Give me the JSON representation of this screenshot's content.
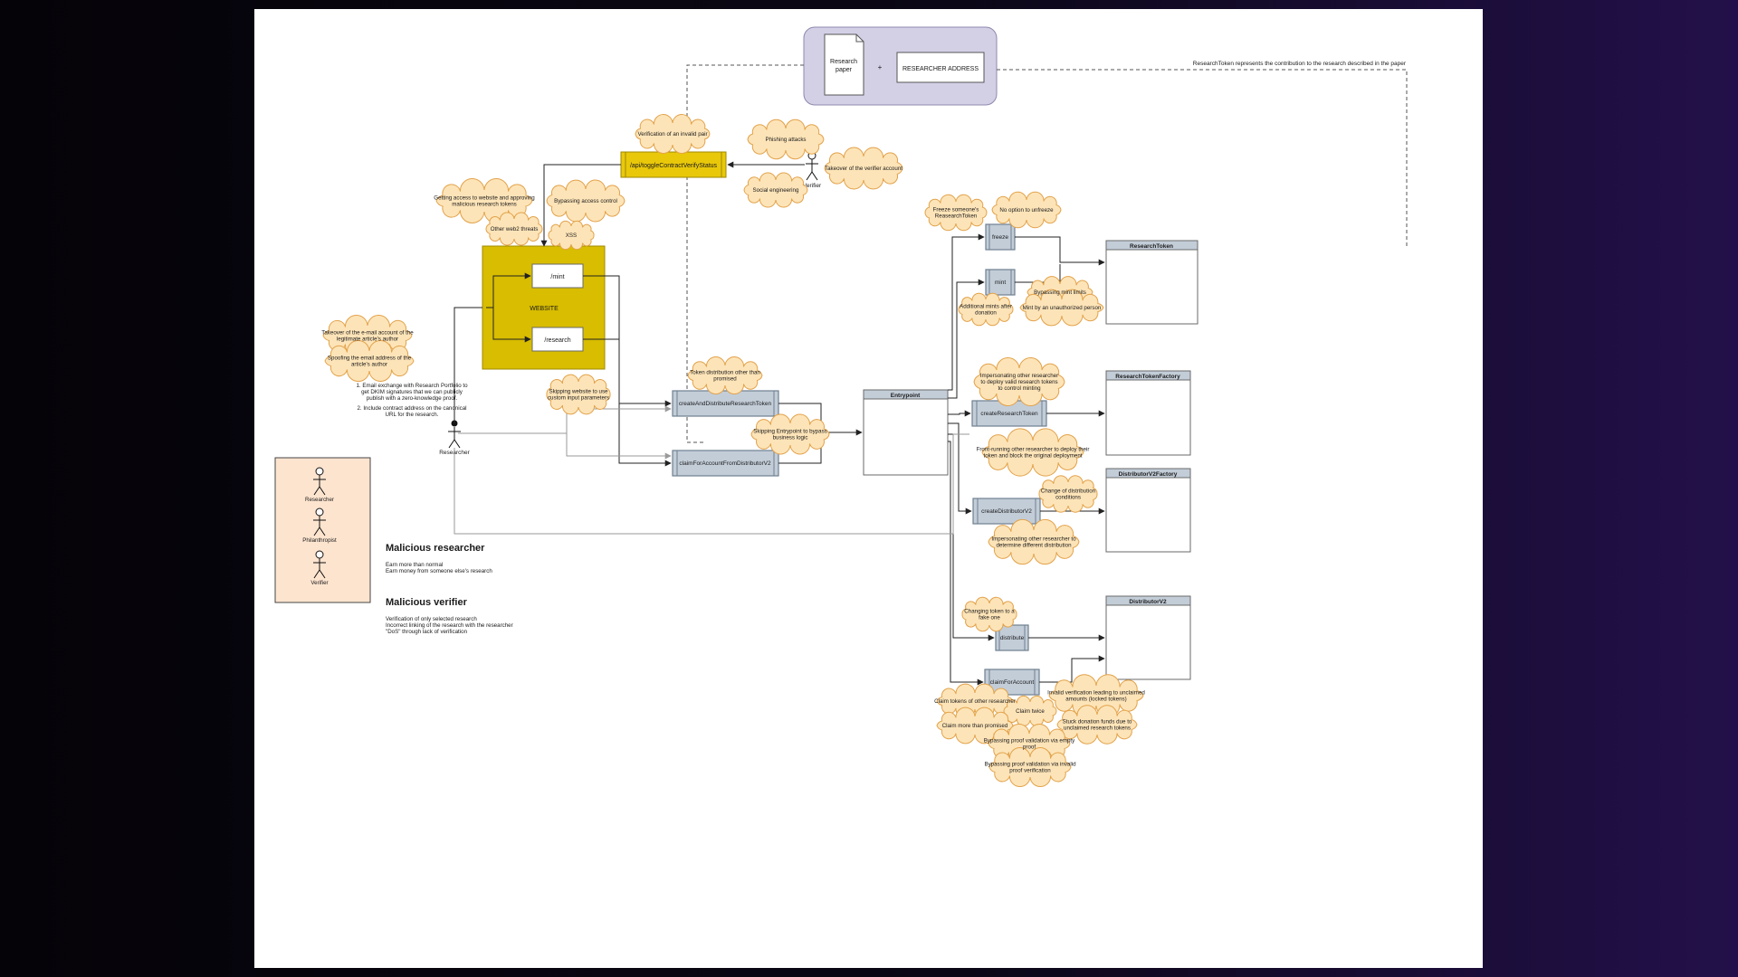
{
  "paper_box": {
    "research_paper": [
      "Research",
      "paper"
    ],
    "plus": "+",
    "researcher_address": "RESEARCHER ADDRESS"
  },
  "research_token_note": "ResearchToken represents the contribution to the research described in the paper",
  "api_endpoint": "/api/toggleContractVerifyStatus",
  "website": {
    "label": "WEBSITE",
    "mint": "/mint",
    "research": "/research"
  },
  "actors": {
    "researcher": "Researcher",
    "verifier": "Verifier",
    "philanthropist": "Philanthropist"
  },
  "functions": {
    "create_and_distribute": "createAndDistributeResearchToken",
    "claim_from_distributor": "claimForAccountFromDistributorV2",
    "entrypoint": "Entrypoint",
    "freeze": "freeze",
    "mint": "mint",
    "create_research_token": "createResearchToken",
    "create_distributor": "createDistributorV2",
    "distribute": "distribute",
    "claim_for_account": "claimForAccount"
  },
  "contracts": {
    "research_token": "ResearchToken",
    "research_token_factory": "ResearchTokenFactory",
    "distributor_factory": "DistributorV2Factory",
    "distributor": "DistributorV2"
  },
  "threats": {
    "invalid_pair": [
      "Verification of an invalid pair"
    ],
    "phishing": [
      "Phishing attacks"
    ],
    "verifier_takeover": [
      "Takeover of the verifier account"
    ],
    "social_engineering": [
      "Social engineering"
    ],
    "website_access": [
      "Getting access to website and approving",
      "malicious research tokens"
    ],
    "bypass_access": [
      "Bypassing access control"
    ],
    "web2": [
      "Other web2 threats"
    ],
    "xss": [
      "XSS"
    ],
    "email_takeover": [
      "Takeover of the e-mail account of the",
      "legitimate article's author"
    ],
    "email_spoof": [
      "Spoofing the email address of the",
      "article's author"
    ],
    "skip_website": [
      "Skipping website to use",
      "custom input parameters"
    ],
    "token_distribution": [
      "Token distribution other than",
      "promised"
    ],
    "skip_entrypoint": [
      "Skipping Entrypoint to bypass",
      "business logic"
    ],
    "freeze_someone": [
      "Freeze someone's",
      "ReasearchToken"
    ],
    "no_unfreeze": [
      "No option to unfreeze"
    ],
    "bypass_mint": [
      "Bypassing mint limits"
    ],
    "mint_unauth": [
      "Mint by an unauthorized person"
    ],
    "additional_mints": [
      "Additional mints after",
      "donation"
    ],
    "impersonate_deploy": [
      "Impersonating other researcher",
      "to deploy valid research tokens",
      "to control minting"
    ],
    "front_running": [
      "Front-running other researcher to deploy their",
      "token and block the original deployment"
    ],
    "change_distribution": [
      "Change of distribution",
      "conditions"
    ],
    "impersonate_distribution": [
      "Impersonating other researcher to",
      "determine different distribution"
    ],
    "fake_token": [
      "Changing token to a",
      "fake one"
    ],
    "claim_other": [
      "Claim tokens of other researcher"
    ],
    "invalid_verification": [
      "Invalid verification leading to unclaimed",
      "amounts (locked tokens)"
    ],
    "claim_twice": [
      "Claim twice"
    ],
    "claim_more": [
      "Claim more than promised"
    ],
    "stuck_funds": [
      "Stuck donation funds due to",
      "unclaimed research tokens"
    ],
    "bypass_empty_proof": [
      "Bypassing proof validation via empty",
      "proof"
    ],
    "bypass_invalid_proof": [
      "Bypassing proof validation via invalid",
      "proof verification"
    ]
  },
  "email_notes": {
    "item1": [
      "1. Email exchange with Research Portfolio to",
      "get DKIM signatures that we can publicly",
      "publish with a zero-knowledge proof."
    ],
    "item2": [
      "2. Include contract address on the canonical",
      "URL for the research."
    ]
  },
  "malicious_researcher": {
    "title": "Malicious researcher",
    "items": [
      "Earn more than normal",
      "Earn money from someone else's research"
    ]
  },
  "malicious_verifier": {
    "title": "Malicious verifier",
    "items": [
      "Verification of only selected research",
      "Incorrect linking of the research with the researcher",
      "\"DoS\" through lack of verification"
    ]
  },
  "colors": {
    "website": "#d8bd00",
    "api": "#e9c80a",
    "cloud_fill": "#fde4b8",
    "cloud_stroke": "#e2a24a",
    "function_fill": "#c3cdd8",
    "legend_fill": "#fde4cf",
    "paper_fill": "#d3d0e6"
  },
  "icons": {
    "actor": "stick-figure-icon",
    "document": "document-icon"
  }
}
